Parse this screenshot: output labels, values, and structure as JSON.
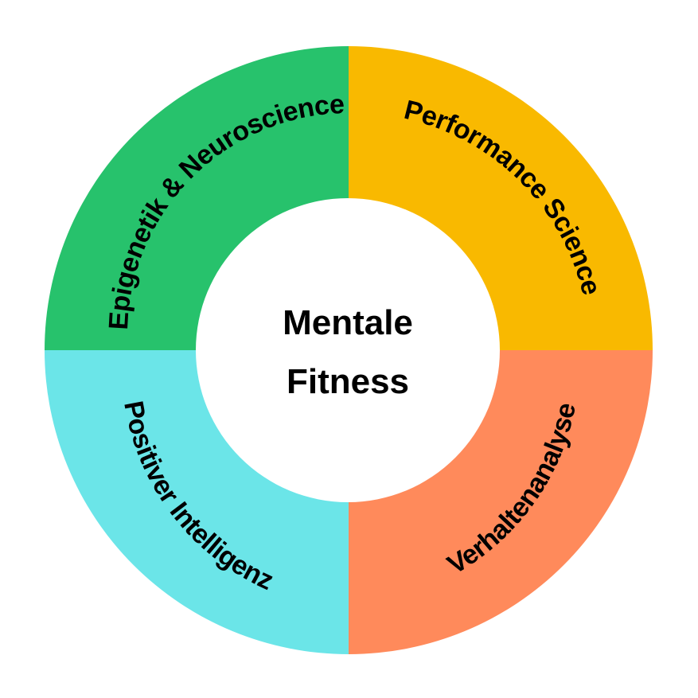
{
  "diagram": {
    "center": {
      "line1": "Mentale",
      "line2": "Fitness",
      "color": "#ffffff"
    },
    "segments": [
      {
        "key": "epigenetik",
        "label": "Epigenetik & Neuroscience",
        "color": "#27c26c"
      },
      {
        "key": "performance",
        "label": "Performance Science",
        "color": "#f9b900"
      },
      {
        "key": "verhalten",
        "label": "Verhaltenanalyse",
        "color": "#ff8a5b"
      },
      {
        "key": "positiver",
        "label": "Positiver Intelligenz",
        "color": "#6be5e8"
      }
    ]
  }
}
